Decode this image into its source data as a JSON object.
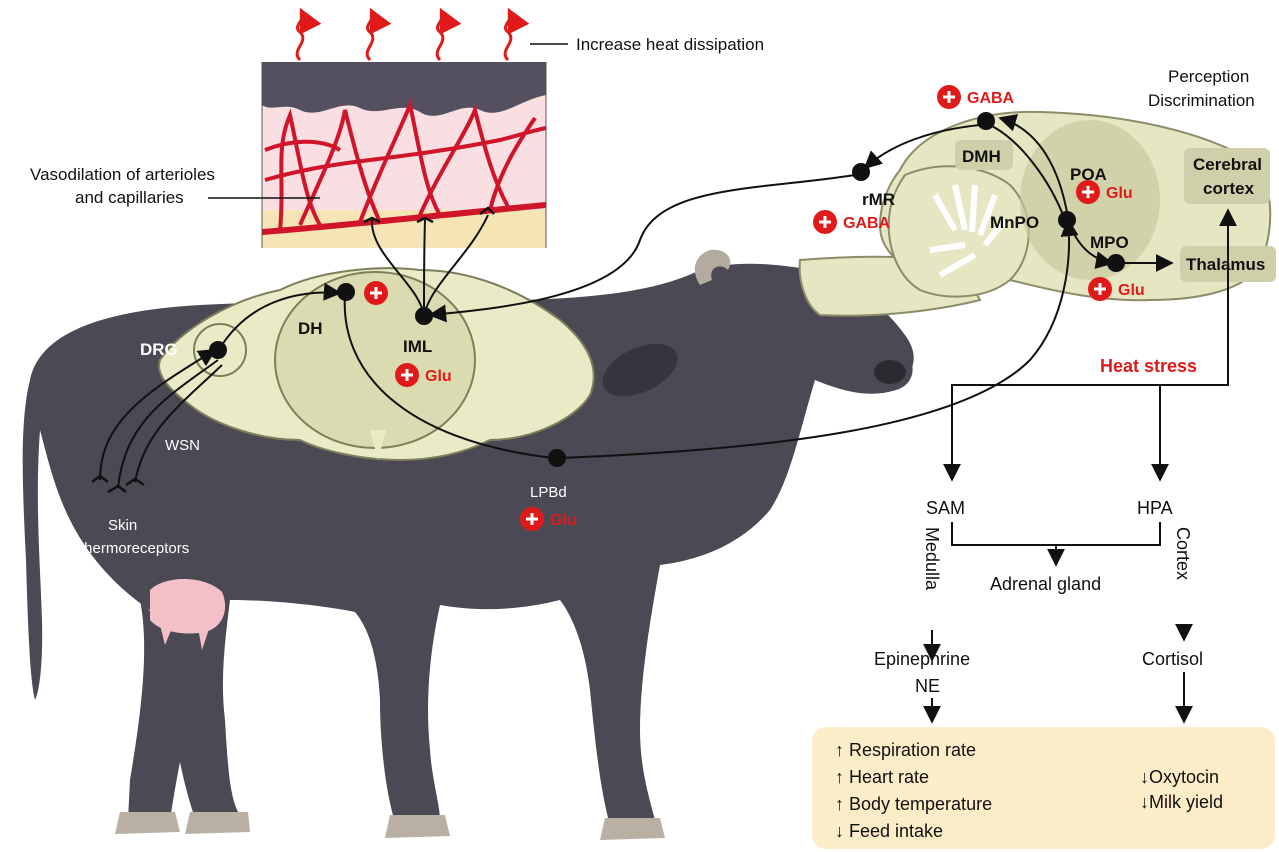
{
  "colors": {
    "cow_body": "#4a4954",
    "brain_tissue": "#e6e7c2",
    "brain_region": "#c8c9a0",
    "label_box": "#cfcfaa",
    "vessel": "#d0142a",
    "skin_dark": "#545060",
    "effect_box": "#fcedc8",
    "plus_red": "#e01a1a",
    "spinal_cord": "#e9ebc6",
    "udder": "#f3c0c8"
  },
  "labels": {
    "increase_heat": "Increase heat dissipation",
    "vasodilation_1": "Vasodilation of arterioles",
    "vasodilation_2": "and capillaries",
    "perception": "Perception",
    "discrimination": "Discrimination",
    "cerebral_1": "Cerebral",
    "cerebral_2": "cortex",
    "thalamus": "Thalamus",
    "dmh": "DMH",
    "poa": "POA",
    "mnpo": "MnPO",
    "mpo": "MPO",
    "rmr": "rMR",
    "dh": "DH",
    "iml": "IML",
    "drg": "DRG",
    "wsn": "WSN",
    "skin_1": "Skin",
    "skin_2": "thermoreceptors",
    "lpbd": "LPBd",
    "heat_stress": "Heat stress",
    "sam": "SAM",
    "hpa": "HPA",
    "medulla": "Medulla",
    "cortex_v": "Cortex",
    "adrenal": "Adrenal gland",
    "epinephrine": "Epinephrine",
    "ne": "NE",
    "cortisol": "Cortisol"
  },
  "transmitters": {
    "gaba_top": "GABA",
    "gaba_rmr": "GABA",
    "glu_poa": "Glu",
    "glu_mpo": "Glu",
    "glu_iml": "Glu",
    "glu_lpbd": "Glu"
  },
  "effects_left": [
    "↑ Respiration rate",
    "↑ Heart rate",
    "↑ Body temperature",
    "↓ Feed intake"
  ],
  "effects_right": [
    "↓Oxytocin",
    "↓Milk yield"
  ]
}
